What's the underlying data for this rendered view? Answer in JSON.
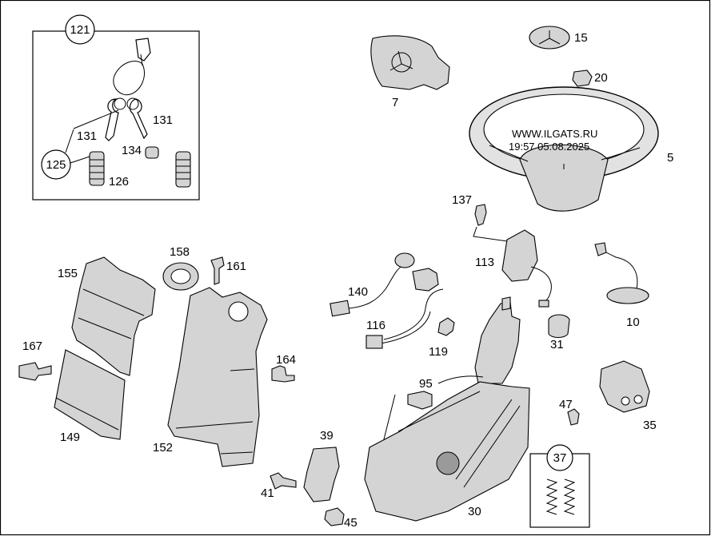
{
  "watermark": {
    "line1": "WWW.ILGATS.RU",
    "line2": "19:57 05.08.2025"
  },
  "labels": {
    "p121": "121",
    "p125": "125",
    "p126": "126",
    "p131a": "131",
    "p131b": "131",
    "p134": "134",
    "p7": "7",
    "p15": "15",
    "p20": "20",
    "p5": "5",
    "p137": "137",
    "p113": "113",
    "p10": "10",
    "p155": "155",
    "p158": "158",
    "p161": "161",
    "p140": "140",
    "p116": "116",
    "p119": "119",
    "p31": "31",
    "p167": "167",
    "p164": "164",
    "p149": "149",
    "p152": "152",
    "p95": "95",
    "p47": "47",
    "p35": "35",
    "p39": "39",
    "p41": "41",
    "p45": "45",
    "p30": "30",
    "p37": "37"
  }
}
